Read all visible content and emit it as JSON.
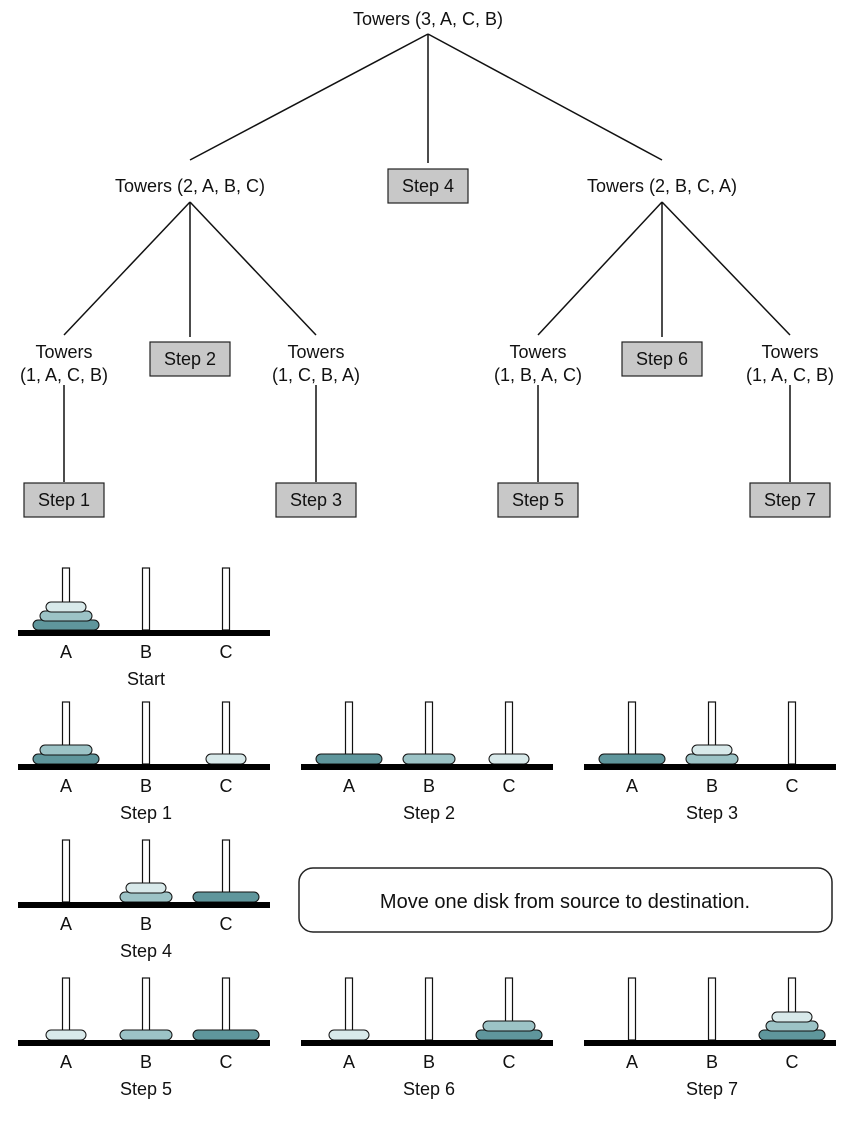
{
  "tree": {
    "root": {
      "label": "Towers (3, A, C, B)"
    },
    "level2": [
      {
        "label": "Towers (2, A, B, C)"
      },
      {
        "label": "Step 4",
        "boxed": true
      },
      {
        "label": "Towers (2, B, C, A)"
      }
    ],
    "level3": [
      {
        "lines": [
          "Towers",
          "(1, A, C, B)"
        ]
      },
      {
        "label": "Step 2",
        "boxed": true
      },
      {
        "lines": [
          "Towers",
          "(1, C, B, A)"
        ]
      },
      {
        "lines": [
          "Towers",
          "(1, B, A, C)"
        ]
      },
      {
        "label": "Step 6",
        "boxed": true
      },
      {
        "lines": [
          "Towers",
          "(1, A, C, B)"
        ]
      }
    ],
    "leaves": [
      {
        "label": "Step 1"
      },
      {
        "label": "Step 3"
      },
      {
        "label": "Step 5"
      },
      {
        "label": "Step 7"
      }
    ]
  },
  "peg_labels": [
    "A",
    "B",
    "C"
  ],
  "disk_colors": {
    "small": "#d8e9ea",
    "medium": "#9cc3c6",
    "large": "#5f969c"
  },
  "panels": [
    {
      "id": "start",
      "caption": "Start",
      "pegs": [
        [
          "large",
          "medium",
          "small"
        ],
        [],
        []
      ]
    },
    {
      "id": "step1",
      "caption": "Step 1",
      "pegs": [
        [
          "large",
          "medium"
        ],
        [],
        [
          "small"
        ]
      ]
    },
    {
      "id": "step2",
      "caption": "Step 2",
      "pegs": [
        [
          "large"
        ],
        [
          "medium"
        ],
        [
          "small"
        ]
      ]
    },
    {
      "id": "step3",
      "caption": "Step  3",
      "pegs": [
        [
          "large"
        ],
        [
          "medium",
          "small"
        ],
        []
      ]
    },
    {
      "id": "step4",
      "caption": "Step 4",
      "pegs": [
        [],
        [
          "medium",
          "small"
        ],
        [
          "large"
        ]
      ]
    },
    {
      "id": "step5",
      "caption": "Step  5",
      "pegs": [
        [
          "small"
        ],
        [
          "medium"
        ],
        [
          "large"
        ]
      ]
    },
    {
      "id": "step6",
      "caption": "Step  6",
      "pegs": [
        [
          "small"
        ],
        [],
        [
          "large",
          "medium"
        ]
      ]
    },
    {
      "id": "step7",
      "caption": "Step 7",
      "pegs": [
        [],
        [],
        [
          "large",
          "medium",
          "small"
        ]
      ]
    }
  ],
  "note": {
    "text": "Move one disk from source to destination."
  },
  "box_fill": "#c8c8c8"
}
